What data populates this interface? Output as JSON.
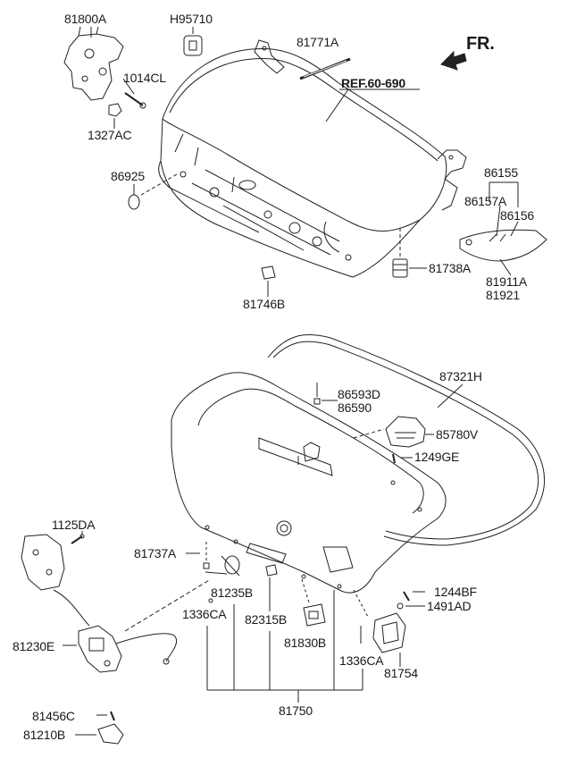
{
  "direction_label": "FR.",
  "reference_label": "REF.60-690",
  "parts": {
    "p81800A": "81800A",
    "pH95710": "H95710",
    "p81771A": "81771A",
    "p1014CL": "1014CL",
    "p1327AC": "1327AC",
    "p86925": "86925",
    "p86155": "86155",
    "p86157A": "86157A",
    "p86156": "86156",
    "p81738A": "81738A",
    "p81911A": "81911A",
    "p81921": "81921",
    "p81746B": "81746B",
    "p87321H": "87321H",
    "p86593D": "86593D",
    "p86590": "86590",
    "p85780V": "85780V",
    "p1249GE": "1249GE",
    "p1125DA": "1125DA",
    "p81737A": "81737A",
    "p81235B": "81235B",
    "p1336CA_left": "1336CA",
    "p82315B": "82315B",
    "p81830B": "81830B",
    "p1244BF": "1244BF",
    "p1491AD": "1491AD",
    "p81230E": "81230E",
    "p1336CA_right": "1336CA",
    "p81754": "81754",
    "p81750": "81750",
    "p81456C": "81456C",
    "p81210B": "81210B"
  }
}
